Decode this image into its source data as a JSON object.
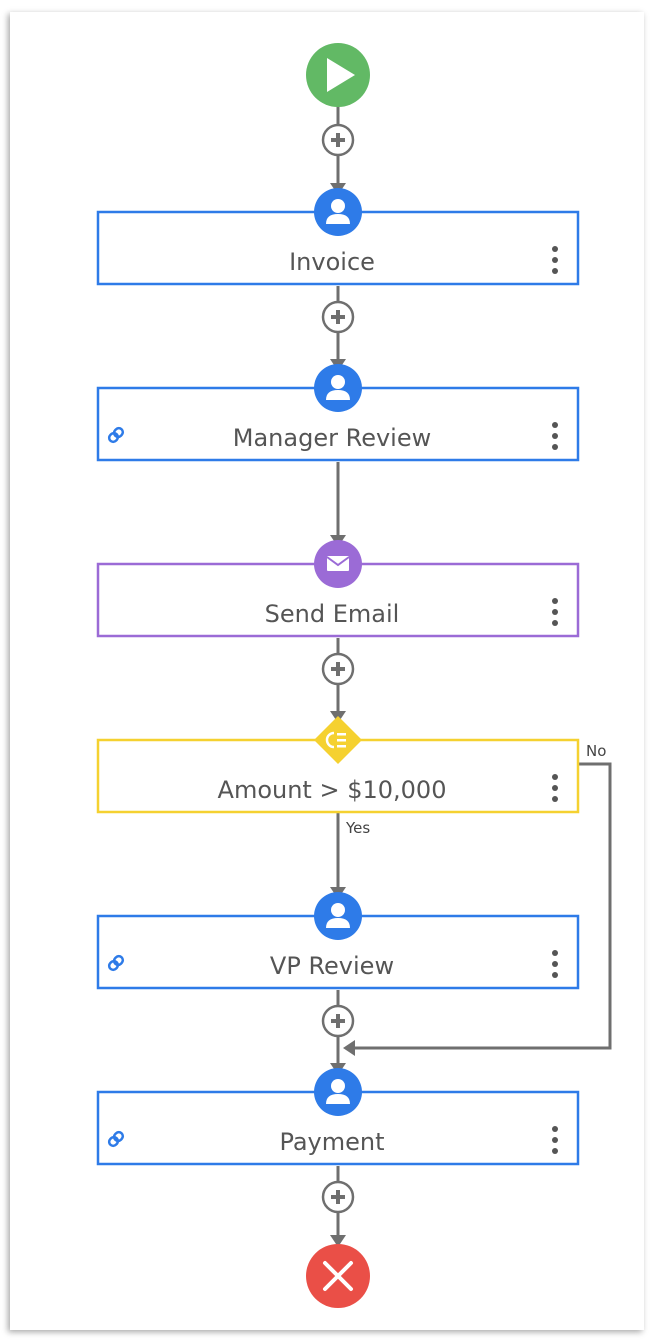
{
  "nodes": {
    "invoice": {
      "label": "Invoice",
      "color": "#2e7be8"
    },
    "manager_review": {
      "label": "Manager Review",
      "color": "#2e7be8"
    },
    "send_email": {
      "label": "Send Email",
      "color": "#9b6bd6"
    },
    "condition": {
      "label": "Amount > $10,000",
      "color": "#f5d130"
    },
    "vp_review": {
      "label": "VP Review",
      "color": "#2e7be8"
    },
    "payment": {
      "label": "Payment",
      "color": "#2e7be8"
    }
  },
  "branches": {
    "yes": "Yes",
    "no": "No"
  },
  "colors": {
    "start": "#62b965",
    "end": "#ea4f47",
    "connector": "#6f6f6f",
    "task": "#2e7be8",
    "email": "#9b6bd6",
    "condition": "#f5d130"
  },
  "icons": {
    "start": "play-icon",
    "end": "close-icon",
    "task": "user-icon",
    "email": "envelope-icon",
    "condition": "condition-icon",
    "add": "plus-icon",
    "link": "link-icon",
    "menu": "kebab-menu-icon"
  }
}
